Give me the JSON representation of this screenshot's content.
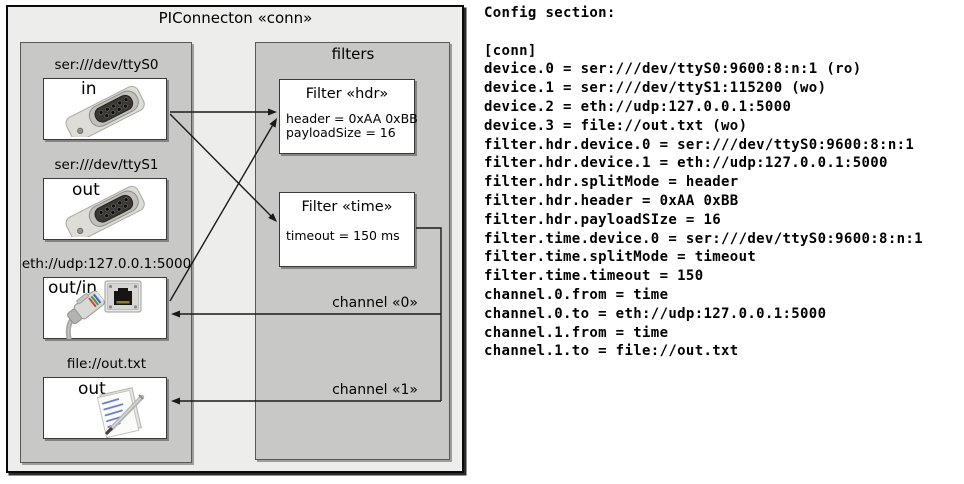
{
  "diagram": {
    "title": "PIConnecton «conn»",
    "devices": [
      {
        "label": "ser:///dev/ttyS0",
        "direction": "in",
        "icon": "serial-connector-icon"
      },
      {
        "label": "ser:///dev/ttyS1",
        "direction": "out",
        "icon": "serial-connector-icon"
      },
      {
        "label": "eth://udp:127.0.0.1:5000",
        "direction": "out/in",
        "icon": "ethernet-jack-icon, ethernet-cable-icon"
      },
      {
        "label": "file://out.txt",
        "direction": "out",
        "icon": "notepad-icon"
      }
    ],
    "filters_panel_title": "filters",
    "filters": [
      {
        "title": "Filter «hdr»",
        "lines": [
          "header = 0xAA 0xBB",
          "payloadSize = 16"
        ]
      },
      {
        "title": "Filter «time»",
        "lines": [
          "timeout = 150 ms"
        ]
      }
    ],
    "channels": [
      {
        "label": "channel «0»"
      },
      {
        "label": "channel «1»"
      }
    ],
    "connections": [
      {
        "from": "ser:///dev/ttyS0",
        "to": "Filter «hdr»"
      },
      {
        "from": "ser:///dev/ttyS0",
        "to": "Filter «time»"
      },
      {
        "from": "eth://udp:127.0.0.1:5000",
        "to": "Filter «hdr»"
      },
      {
        "from": "Filter «time»",
        "to": "eth://udp:127.0.0.1:5000",
        "channel": "channel «0»"
      },
      {
        "from": "Filter «time»",
        "to": "file://out.txt",
        "channel": "channel «1»"
      }
    ]
  },
  "config": {
    "heading": "Config section:",
    "lines": [
      "[conn]",
      "device.0 = ser:///dev/ttyS0:9600:8:n:1 (ro)",
      "device.1 = ser:///dev/ttyS1:115200 (wo)",
      "device.2 = eth://udp:127.0.0.1:5000",
      "device.3 = file://out.txt (wo)",
      "filter.hdr.device.0 = ser:///dev/ttyS0:9600:8:n:1",
      "filter.hdr.device.1 = eth://udp:127.0.0.1:5000",
      "filter.hdr.splitMode = header",
      "filter.hdr.header = 0xAA 0xBB",
      "filter.hdr.payloadSIze = 16",
      "filter.time.device.0 = ser:///dev/ttyS0:9600:8:n:1",
      "filter.time.splitMode = timeout",
      "filter.time.timeout = 150",
      "channel.0.from = time",
      "channel.0.to = eth://udp:127.0.0.1:5000",
      "channel.1.from = time",
      "channel.1.to = file://out.txt"
    ]
  },
  "colors": {
    "outer_bg": "#ededec",
    "panel_bg": "#c8c8c7",
    "box_bg": "#ffffff",
    "line": "#1a1a1a",
    "text": "#000000"
  }
}
